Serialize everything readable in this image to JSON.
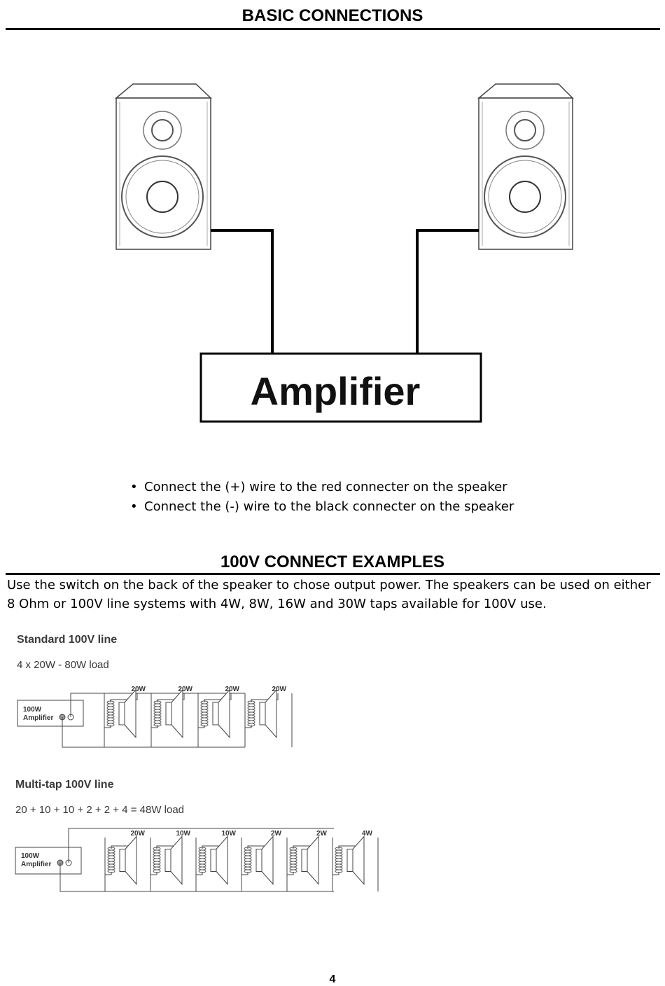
{
  "header": {
    "title": "BASIC CONNECTIONS"
  },
  "basic_diagram": {
    "amplifier_label": "Amplifier"
  },
  "instructions": [
    "Connect the (+) wire to the red connecter on the speaker",
    "Connect the (-)  wire to the black connecter on the speaker"
  ],
  "section2": {
    "title": "100V CONNECT EXAMPLES",
    "paragraph": "Use the switch on the back of the speaker to chose output power. The speakers can be used on either 8 Ohm or 100V line systems with 4W, 8W, 16W and 30W taps available for 100V use."
  },
  "standard_example": {
    "title": "Standard 100V line",
    "load": "4 x 20W - 80W load",
    "amp_line1": "100W",
    "amp_line2": "Amplifier",
    "taps": [
      "20W",
      "20W",
      "20W",
      "20W"
    ]
  },
  "multitap_example": {
    "title": "Multi-tap 100V line",
    "load": "20 + 10 + 10 + 2 + 2 + 4 = 48W load",
    "amp_line1": "100W",
    "amp_line2": "Amplifier",
    "taps": [
      "20W",
      "10W",
      "10W",
      "2W",
      "2W",
      "4W"
    ]
  },
  "footer": {
    "page_number": "4"
  }
}
